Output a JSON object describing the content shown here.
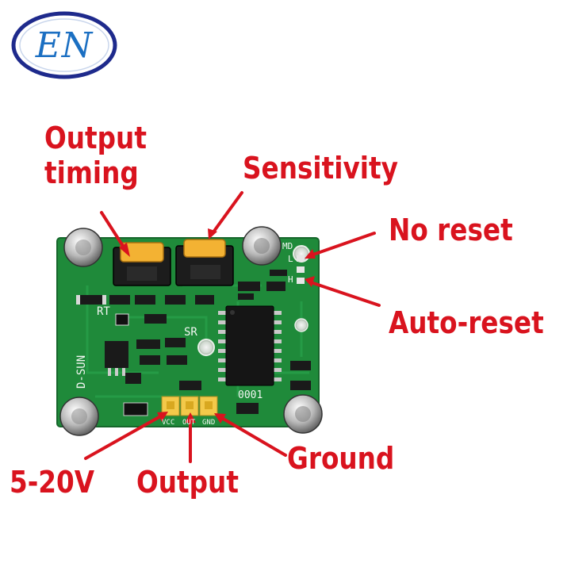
{
  "logo": {
    "text": "EN"
  },
  "labels": {
    "output_timing": [
      "Output",
      "timing"
    ],
    "sensitivity": "Sensitivity",
    "no_reset": "No reset",
    "auto_reset": "Auto-reset",
    "vcc": "5-20V",
    "output": "Output",
    "ground": "Ground"
  },
  "board": {
    "silkscreen": {
      "rt": "RT",
      "sr": "SR",
      "md": "MD",
      "l": "L",
      "h": "H",
      "brand": "D-SUN",
      "chip_code": "0001",
      "pin_labels": [
        "VCC",
        "OUT",
        "GND"
      ]
    }
  },
  "colors": {
    "label": "#d9131e",
    "board": "#1f8a3a",
    "logo_ring": "#1e2a8c",
    "logo_text": "#1b6fc2"
  }
}
